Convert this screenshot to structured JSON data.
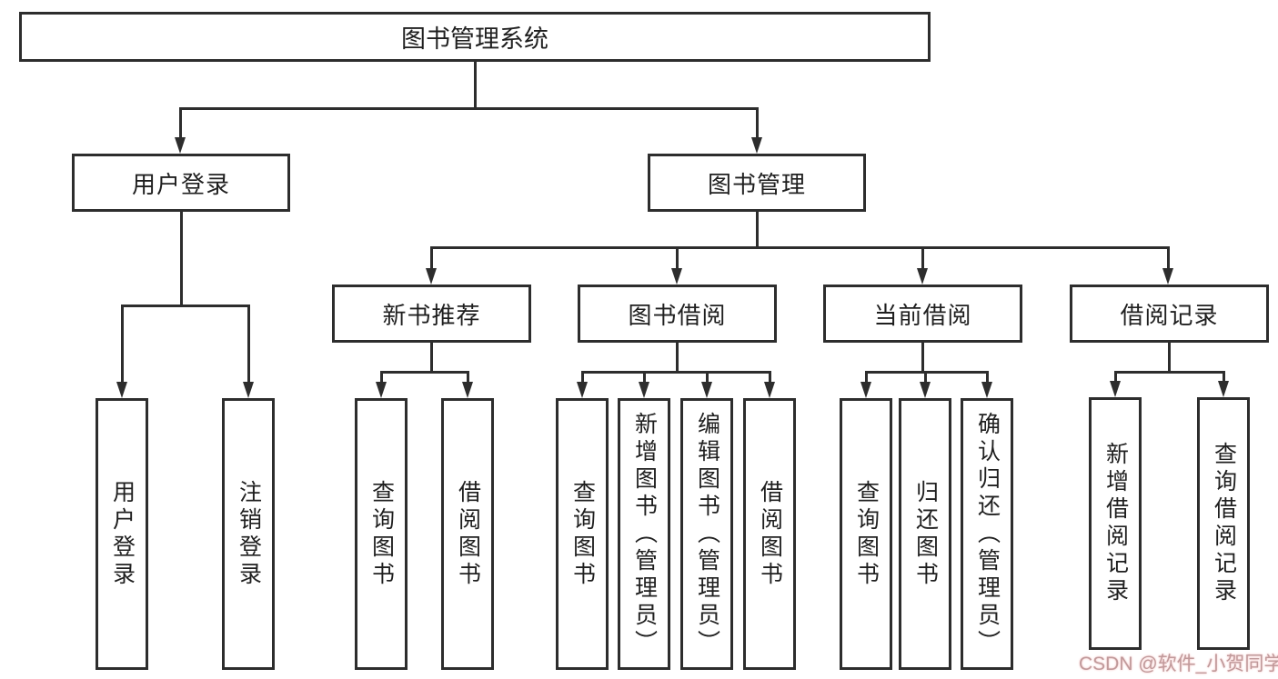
{
  "diagram_title": "图书管理系统",
  "colors": {
    "line": "#2d2d2d",
    "text": "#1f1f1f",
    "background": "#ffffff",
    "watermark": "#c09a9b"
  },
  "nodes": {
    "root": {
      "label": "图书管理系统"
    },
    "level2": [
      {
        "label": "用户登录"
      },
      {
        "label": "图书管理"
      }
    ],
    "level3": [
      {
        "label": "新书推荐",
        "parent": "图书管理"
      },
      {
        "label": "图书借阅",
        "parent": "图书管理"
      },
      {
        "label": "当前借阅",
        "parent": "图书管理"
      },
      {
        "label": "借阅记录",
        "parent": "图书管理"
      }
    ],
    "leaves": [
      {
        "label": "用户登录",
        "parent": "用户登录"
      },
      {
        "label": "注销登录",
        "parent": "用户登录"
      },
      {
        "label": "查询图书",
        "parent": "新书推荐"
      },
      {
        "label": "借阅图书",
        "parent": "新书推荐"
      },
      {
        "label": "查询图书",
        "parent": "图书借阅"
      },
      {
        "label": "新增图书（管理员）",
        "parent": "图书借阅"
      },
      {
        "label": "编辑图书（管理员）",
        "parent": "图书借阅"
      },
      {
        "label": "借阅图书",
        "parent": "图书借阅"
      },
      {
        "label": "查询图书",
        "parent": "当前借阅"
      },
      {
        "label": "归还图书",
        "parent": "当前借阅"
      },
      {
        "label": "确认归还（管理员）",
        "parent": "当前借阅"
      },
      {
        "label": "新增借阅记录",
        "parent": "借阅记录"
      },
      {
        "label": "查询借阅记录",
        "parent": "借阅记录"
      }
    ]
  },
  "watermark": {
    "text": "CSDN @软件_小贺同学"
  }
}
